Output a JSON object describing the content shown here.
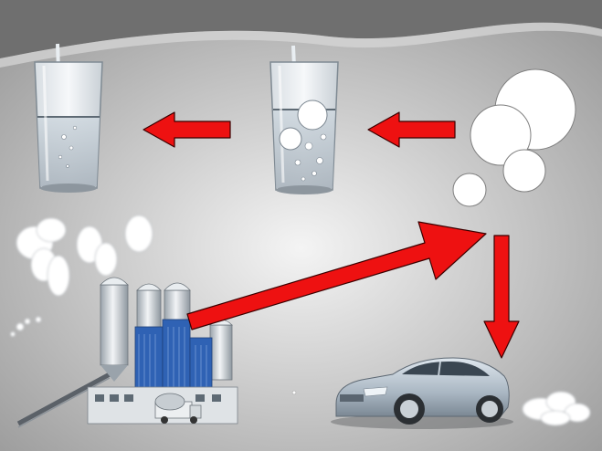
{
  "diagram": {
    "background": {
      "center": "#f4f4f4",
      "edge": "#9a9a9a",
      "swoosh": "#6f6f6f"
    },
    "arrow_color": "#ee1111",
    "arrow_outline": "#3a0000",
    "nodes": [
      {
        "id": "glass-plain-water",
        "kind": "glass-of-water"
      },
      {
        "id": "glass-fizzy-water",
        "kind": "glass-of-bubbling-water"
      },
      {
        "id": "cloud-puffs",
        "kind": "cloud"
      },
      {
        "id": "concrete-plant",
        "kind": "factory-with-smoke"
      },
      {
        "id": "car",
        "kind": "car-with-exhaust"
      }
    ],
    "flows": [
      {
        "from": "concrete-plant",
        "to": "cloud-puffs"
      },
      {
        "from": "cloud-puffs",
        "to": "car"
      },
      {
        "from": "cloud-puffs",
        "to": "glass-fizzy-water"
      },
      {
        "from": "glass-fizzy-water",
        "to": "glass-plain-water"
      }
    ]
  }
}
